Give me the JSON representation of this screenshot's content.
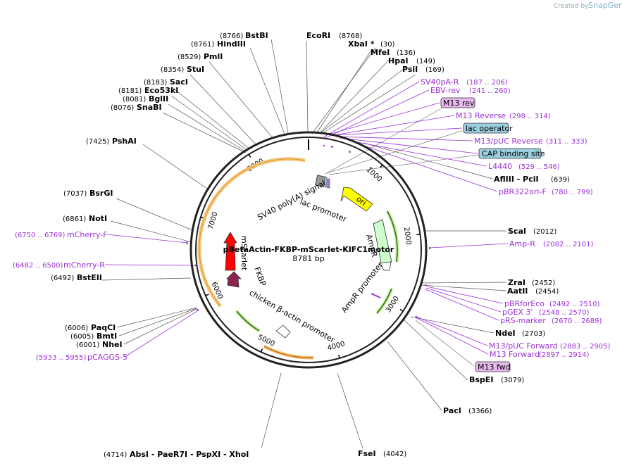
{
  "branding": {
    "created_by": "Created by",
    "brand": "SnapGene"
  },
  "plasmid": {
    "name": "pBetaActin-FKBP-mScarlet-KIFC1motor",
    "size": "8781 bp"
  },
  "ticks": [
    "1000",
    "2000",
    "3000",
    "4000",
    "5000",
    "6000",
    "7000",
    "8000"
  ],
  "sites": [
    {
      "name": "BstBI",
      "pos": "(8766)"
    },
    {
      "name": "HindIII",
      "pos": "(8761)"
    },
    {
      "name": "EcoRI",
      "pos": ""
    },
    {
      "name": "",
      "pos": "(8768)"
    },
    {
      "name": "XbaI  *",
      "pos": "(30)"
    },
    {
      "name": "MfeI",
      "pos": "(136)"
    },
    {
      "name": "HpaI",
      "pos": "(149)"
    },
    {
      "name": "PsiI",
      "pos": "(169)"
    },
    {
      "name": "PmlI",
      "pos": "(8529)"
    },
    {
      "name": "StuI",
      "pos": "(8354)"
    },
    {
      "name": "SacI",
      "pos": "(8183)"
    },
    {
      "name": "Eco53kI",
      "pos": "(8181)"
    },
    {
      "name": "BglII",
      "pos": "(8081)"
    },
    {
      "name": "SnaBI",
      "pos": "(8076)"
    },
    {
      "name": "PshAI",
      "pos": "(7425)"
    },
    {
      "name": "AflIII  - PciI",
      "pos": "(639)"
    },
    {
      "name": "BsrGI",
      "pos": "(7037)"
    },
    {
      "name": "NotI",
      "pos": "(6861)"
    },
    {
      "name": "ScaI",
      "pos": "(2012)"
    },
    {
      "name": "BstEII",
      "pos": "(6492)"
    },
    {
      "name": "ZraI",
      "pos": "(2452)"
    },
    {
      "name": "AatII",
      "pos": "(2454)"
    },
    {
      "name": "NdeI",
      "pos": "(2703)"
    },
    {
      "name": "PaqCI",
      "pos": "(6006)"
    },
    {
      "name": "BmtI",
      "pos": "(6005)"
    },
    {
      "name": "NheI",
      "pos": "(6001)"
    },
    {
      "name": "BspEI",
      "pos": "(3079)"
    },
    {
      "name": "PacI",
      "pos": "(3366)"
    },
    {
      "name": "AbsI   - PaeR7I   - PspXI   - XhoI",
      "pos": "(4714)"
    },
    {
      "name": "FseI",
      "pos": "(4042)"
    }
  ],
  "primers": [
    {
      "name": "SV40pA-R",
      "pos": "(187 .. 206)"
    },
    {
      "name": "EBV-rev",
      "pos": "(241 .. 260)"
    },
    {
      "name": "M13 Reverse",
      "pos": "(298 .. 314)"
    },
    {
      "name": "M13/pUC Reverse",
      "pos": "(311 .. 333)"
    },
    {
      "name": "L4440",
      "pos": "(529 .. 546)"
    },
    {
      "name": "pBR322ori-F",
      "pos": "(780 .. 799)"
    },
    {
      "name": "mCherry-F",
      "pos": "(6750 .. 6769)"
    },
    {
      "name": "Amp-R",
      "pos": "(2082 .. 2101)"
    },
    {
      "name": "mCherry-R",
      "pos": "(6482 .. 6500)"
    },
    {
      "name": "pBRforEco",
      "pos": "(2492 .. 2510)"
    },
    {
      "name": "pGEX 3'",
      "pos": "(2548 .. 2570)"
    },
    {
      "name": "pRS-marker",
      "pos": "(2670 .. 2689)"
    },
    {
      "name": "M13/pUC Forward",
      "pos": "(2883 .. 2905)"
    },
    {
      "name": "M13 Forward",
      "pos": "(2897 .. 2914)"
    },
    {
      "name": "pCAGGS-5",
      "pos": "(5933 .. 5955)"
    }
  ],
  "boxed": [
    {
      "name": "M13 rev",
      "color": "#e8b8f0"
    },
    {
      "name": "lac operator",
      "color": "#9ccfe0"
    },
    {
      "name": "CAP binding site",
      "color": "#9ccfe0"
    },
    {
      "name": "M13 fwd",
      "color": "#e8b8f0"
    }
  ],
  "features": [
    "SV40 poly(A) signal",
    "lac promoter",
    "ori",
    "AmpR",
    "AmpR promoter",
    "chicken β-actin promoter",
    "FKBP",
    "mScarlet"
  ],
  "colors": {
    "backbone": "#222222",
    "primer": "#9b30d9",
    "orange_arc": "#f5c57a",
    "green_arc": "#4a8a1a",
    "ori": "#ffff00",
    "ampr": "#ccffcc",
    "mscarlet": "#ff0000",
    "fkbp": "#8b2252",
    "promoter": "#ffffff"
  }
}
